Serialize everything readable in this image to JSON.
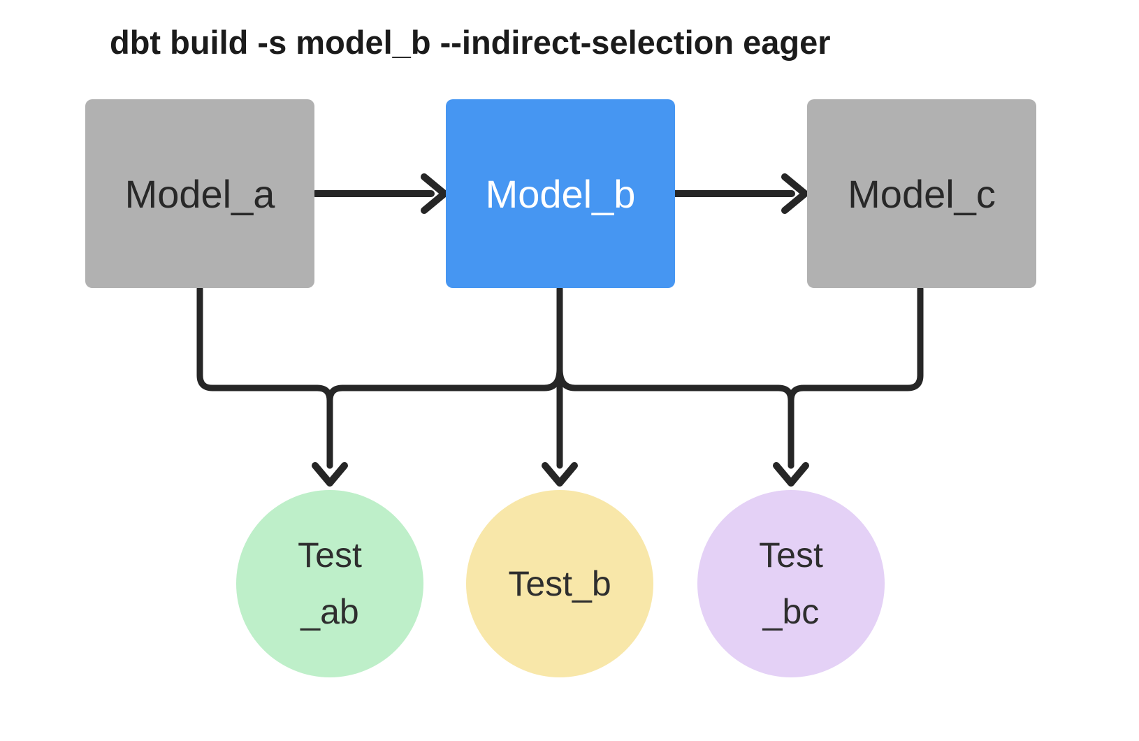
{
  "title": "dbt build -s model_b --indirect-selection eager",
  "colors": {
    "background": "#FFFFFF",
    "model_default_fill": "#B1B1B1",
    "model_selected_fill": "#4696F2",
    "model_text": "#282828",
    "model_selected_text": "#FFFFFF",
    "test_ab_fill": "#BEEFC9",
    "test_b_fill": "#F8E7A9",
    "test_bc_fill": "#E4D1F6",
    "test_text": "#2E2E2E",
    "edge_stroke": "#262626",
    "title_text": "#1B1B1B"
  },
  "diagram": {
    "models": [
      {
        "id": "model_a",
        "label": "Model_a",
        "selected": false
      },
      {
        "id": "model_b",
        "label": "Model_b",
        "selected": true
      },
      {
        "id": "model_c",
        "label": "Model_c",
        "selected": false
      }
    ],
    "tests": [
      {
        "id": "test_ab",
        "label": "Test\n_ab"
      },
      {
        "id": "test_b",
        "label": "Test_b"
      },
      {
        "id": "test_bc",
        "label": "Test\n_bc"
      }
    ],
    "edges": [
      {
        "from": "model_a",
        "to": "model_b"
      },
      {
        "from": "model_b",
        "to": "model_c"
      },
      {
        "from": "model_a",
        "to": "test_ab"
      },
      {
        "from": "model_b",
        "to": "test_ab"
      },
      {
        "from": "model_b",
        "to": "test_b"
      },
      {
        "from": "model_b",
        "to": "test_bc"
      },
      {
        "from": "model_c",
        "to": "test_bc"
      }
    ]
  }
}
